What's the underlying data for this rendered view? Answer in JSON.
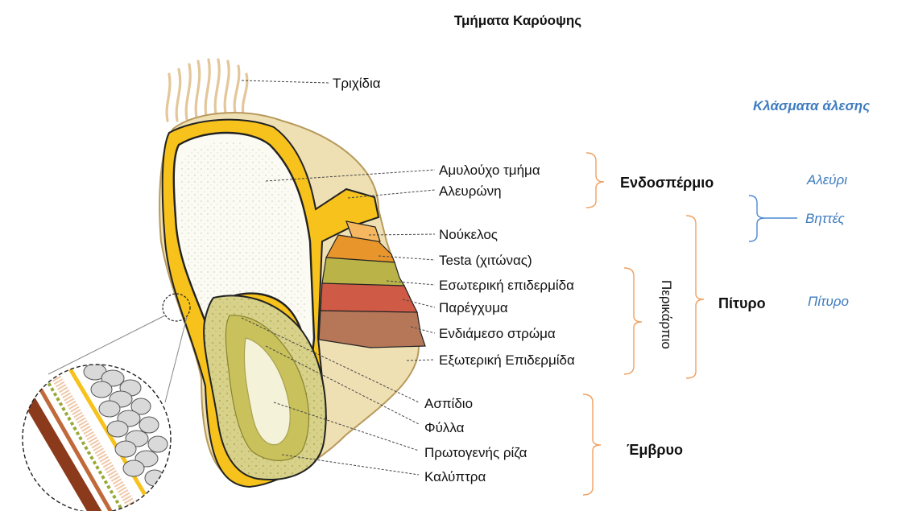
{
  "title": "Τμήματα Καρύοψης",
  "labels": {
    "trichidia": "Τριχίδια",
    "amyloucho": "Αμυλούχο τμήμα",
    "aleuroni": "Αλευρώνη",
    "noukelos": "Νούκελος",
    "testa": "Testa (χιτώνας)",
    "esoteriki": "Εσωτερική επιδερμίδα",
    "paregchyma": "Παρέγχυμα",
    "endiameso": "Ενδιάμεσο στρώμα",
    "exoteriki": "Εξωτερική Επιδερμίδα",
    "aspidio": "Ασπίδιο",
    "fylla": "Φύλλα",
    "protogenis": "Πρωτογενής ρίζα",
    "kalyptra": "Καλύπτρα"
  },
  "groups": {
    "endosperm": "Ενδοσπέρμιο",
    "pericarp": "Περικάρπιο",
    "bran": "Πίτυρο",
    "embryo": "Έμβρυο"
  },
  "milling": {
    "heading": "Κλάσματα άλεσης",
    "flour": "Αλεύρι",
    "middlings": "Βηττές",
    "bran": "Πίτυρο"
  }
}
